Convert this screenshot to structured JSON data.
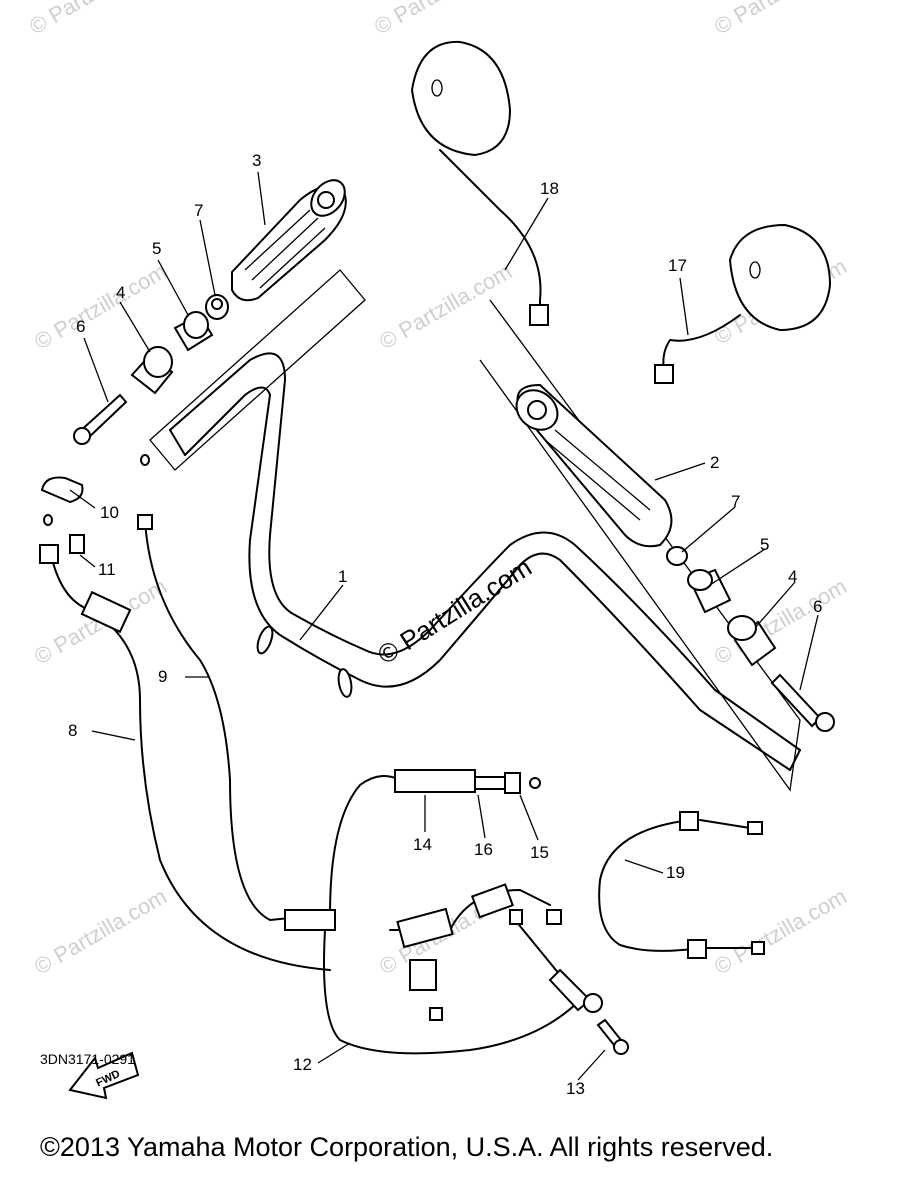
{
  "diagram": {
    "code": "3DN3171-0291",
    "copyright": "©2013  Yamaha Motor Corporation, U.S.A. All rights reserved.",
    "center_watermark": "© Partzilla.com",
    "watermark": "© Partzilla.com",
    "fwd_label": "FWD",
    "callouts": {
      "handlebar": "1",
      "grip_right": "2",
      "grip_left": "3",
      "spacer_left": "4",
      "collar_left": "5",
      "bolt_left": "6",
      "washer_left": "7",
      "spacer_right": "4",
      "collar_right": "5",
      "bolt_right": "6",
      "washer_right": "7",
      "cable_8": "8",
      "cable_9": "9",
      "holder_10": "10",
      "screw_11": "11",
      "cable_12": "12",
      "bolt_13": "13",
      "adjuster_14": "14",
      "nut_15": "15",
      "adjuster_16": "16",
      "mirror_right": "17",
      "mirror_left": "18",
      "cable_19": "19"
    }
  }
}
